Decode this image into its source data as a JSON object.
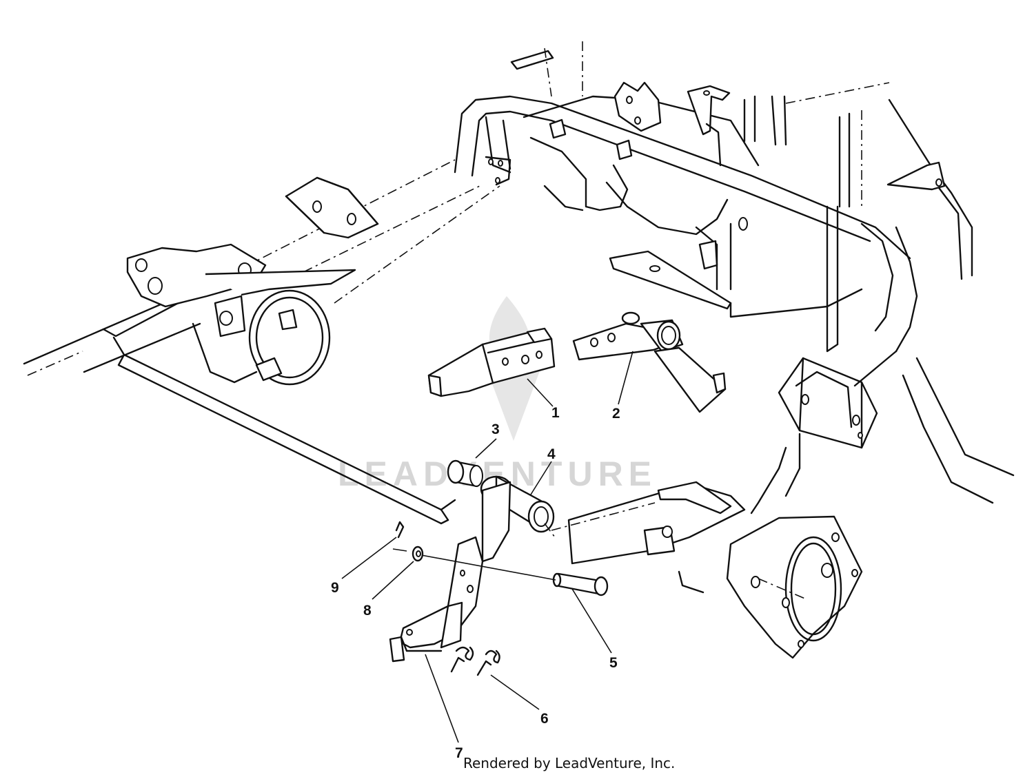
{
  "credit": "Rendered by LeadVenture, Inc.",
  "watermark": "LEADVENTURE",
  "callouts": [
    {
      "id": "1",
      "label": "1"
    },
    {
      "id": "2",
      "label": "2"
    },
    {
      "id": "3",
      "label": "3"
    },
    {
      "id": "4",
      "label": "4"
    },
    {
      "id": "5",
      "label": "5"
    },
    {
      "id": "6",
      "label": "6"
    },
    {
      "id": "7",
      "label": "7"
    },
    {
      "id": "8",
      "label": "8"
    },
    {
      "id": "9",
      "label": "9"
    }
  ],
  "colors": {
    "ink": "#111111",
    "watermark": "#d6d6d6",
    "background": "#ffffff"
  }
}
